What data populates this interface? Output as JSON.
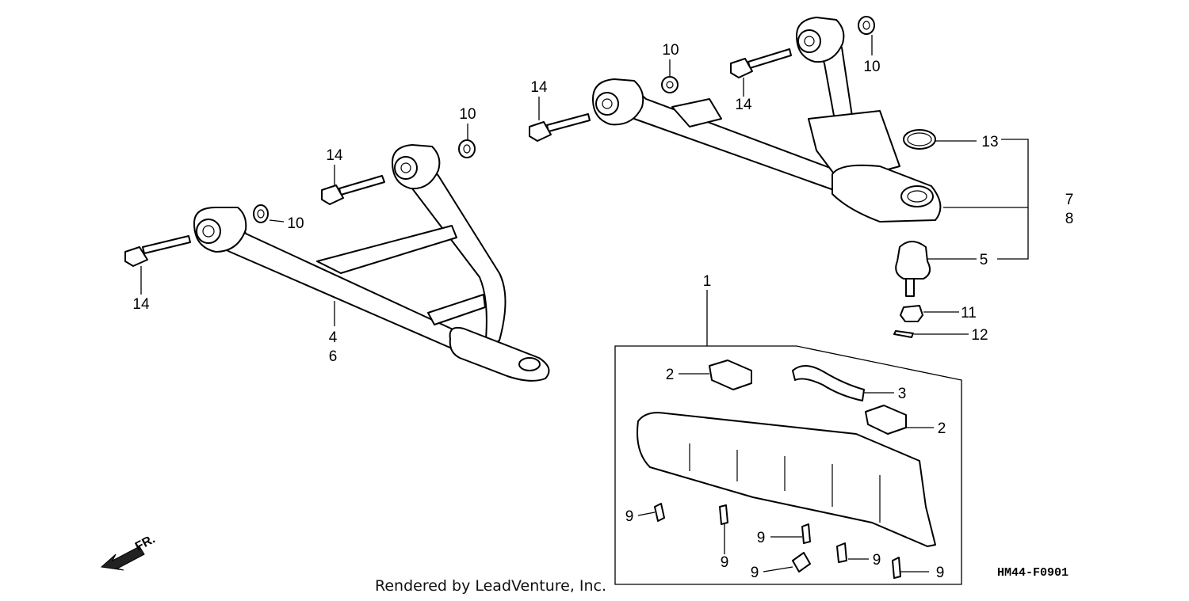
{
  "diagram": {
    "code": "HM44-F0901",
    "credit": "Rendered by LeadVenture, Inc.",
    "direction_label": "FR.",
    "callouts": [
      {
        "id": "c14a",
        "label": "14"
      },
      {
        "id": "c10a",
        "label": "10"
      },
      {
        "id": "c14b",
        "label": "14"
      },
      {
        "id": "c10b",
        "label": "10"
      },
      {
        "id": "c4",
        "label": "4"
      },
      {
        "id": "c6",
        "label": "6"
      },
      {
        "id": "c14c",
        "label": "14"
      },
      {
        "id": "c10c",
        "label": "10"
      },
      {
        "id": "c14d",
        "label": "14"
      },
      {
        "id": "c10d",
        "label": "10"
      },
      {
        "id": "c13",
        "label": "13"
      },
      {
        "id": "c7",
        "label": "7"
      },
      {
        "id": "c8",
        "label": "8"
      },
      {
        "id": "c5",
        "label": "5"
      },
      {
        "id": "c11",
        "label": "11"
      },
      {
        "id": "c12",
        "label": "12"
      },
      {
        "id": "c1",
        "label": "1"
      },
      {
        "id": "c2a",
        "label": "2"
      },
      {
        "id": "c3",
        "label": "3"
      },
      {
        "id": "c2b",
        "label": "2"
      },
      {
        "id": "c9a",
        "label": "9"
      },
      {
        "id": "c9b",
        "label": "9"
      },
      {
        "id": "c9c",
        "label": "9"
      },
      {
        "id": "c9d",
        "label": "9"
      },
      {
        "id": "c9e",
        "label": "9"
      },
      {
        "id": "c9f",
        "label": "9"
      }
    ]
  }
}
